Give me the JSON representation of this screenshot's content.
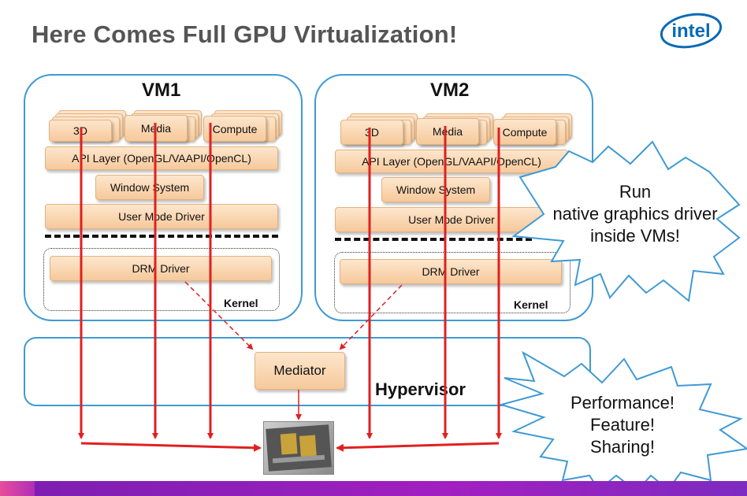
{
  "title": "Here Comes Full GPU Virtualization!",
  "logo_text": "intel",
  "colors": {
    "accent": "#3f9ad3",
    "arrow": "#e02020",
    "box_fill": "#f8d3a8"
  },
  "vm1": {
    "title": "VM1",
    "apps": [
      "3D",
      "Media",
      "Compute"
    ],
    "api": "API Layer (OpenGL/VAAPI/OpenCL)",
    "window": "Window System",
    "umd": "User Mode Driver",
    "drm": "DRM Driver",
    "kernel": "Kernel"
  },
  "vm2": {
    "title": "VM2",
    "apps": [
      "3D",
      "Media",
      "Compute"
    ],
    "api": "API Layer (OpenGL/VAAPI/OpenCL)",
    "window": "Window System",
    "umd": "User Mode Driver",
    "drm": "DRM Driver",
    "kernel": "Kernel"
  },
  "hypervisor": "Hypervisor",
  "mediator": "Mediator",
  "callout1": [
    "Run",
    "native graphics driver",
    "inside VMs!"
  ],
  "callout2": [
    "Performance!",
    "Feature!",
    "Sharing!"
  ]
}
